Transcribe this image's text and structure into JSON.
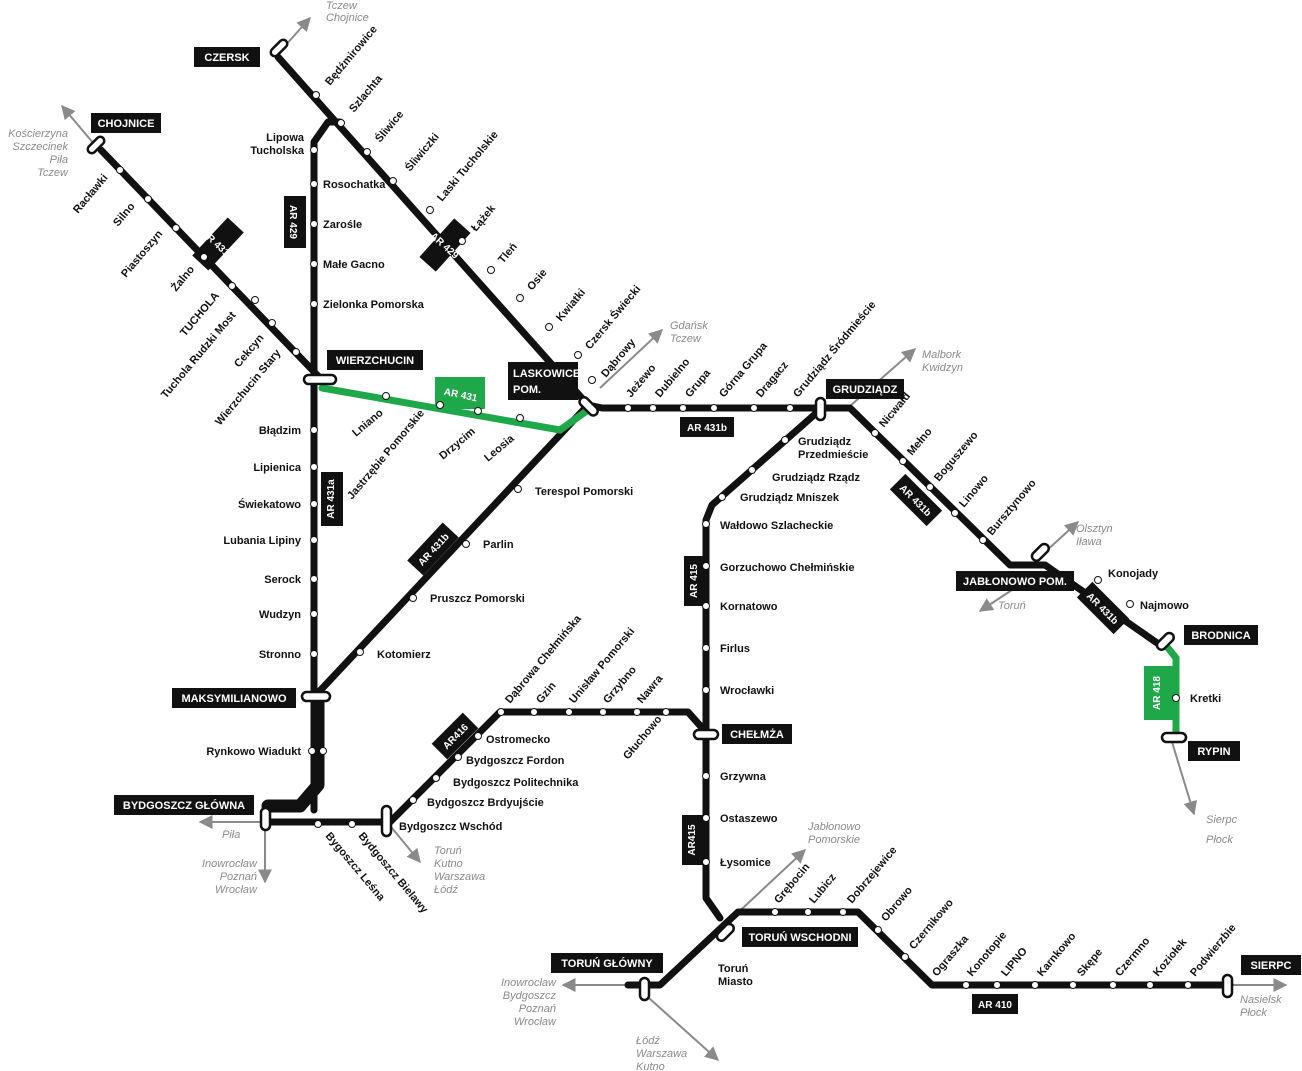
{
  "colors": {
    "line": "#111111",
    "green_line": "#1fa84a",
    "direction": "#8a8a8a",
    "hub_bg": "#111111",
    "hub_text": "#ffffff"
  },
  "hubs": {
    "czersk": "CZERSK",
    "chojnice": "CHOJNICE",
    "wierzchucin": "WIERZCHUCIN",
    "laskowice_1": "LASKOWICE",
    "laskowice_2": "POM.",
    "grudziadz": "GRUDZIĄDZ",
    "jablonowo": "JABŁONOWO POM.",
    "brodnica": "BRODNICA",
    "rypin": "RYPIN",
    "maksymilianowo": "MAKSYMILIANOWO",
    "bydgoszcz": "BYDGOSZCZ GŁÓWNA",
    "chelmza": "CHEŁMŻA",
    "torun_wsch": "TORUŃ WSCHODNI",
    "torun_gl": "TORUŃ GŁÓWNY",
    "sierpc": "SIERPC"
  },
  "line_codes": {
    "ar429_a": "AR 429",
    "ar429_b": "AR 429",
    "ar431a_a": "AR 431a",
    "ar431a_b": "AR 431a",
    "ar431": "AR 431",
    "ar431b_a": "AR 431b",
    "ar431b_b": "AR 431b",
    "ar431b_c": "AR 431b",
    "ar431b_d": "AR 431b",
    "ar415_a": "AR 415",
    "ar415_b": "AR415",
    "ar416": "AR416",
    "ar418": "AR 418",
    "ar410": "AR 410"
  },
  "stations": {
    "bedzmirowice": "Będźmirowice",
    "szlachta": "Szlachta",
    "sliwice": "Śliwice",
    "sliwiczki": "Śliwiczki",
    "laski": "Laski Tucholskie",
    "lazek": "Łążek",
    "tlen": "Tleń",
    "osie": "Osie",
    "kwiatki": "Kwiatki",
    "czersk_swiecki": "Czersk Świecki",
    "dabrowy": "Dąbrowy",
    "lipowa_1": "Lipowa",
    "lipowa_2": "Tucholska",
    "rosochatka": "Rosochatka",
    "zarosle": "Zarośle",
    "male_gacno": "Małe Gacno",
    "zielonka": "Zielonka Pomorska",
    "raclawki": "Racławki",
    "silno": "Silno",
    "piastoszyn": "Piastoszyn",
    "zalno": "Żalno",
    "tuchola": "TUCHOLA",
    "tuchola_rm": "Tuchola Rudzki Most",
    "cekcyn": "Cekcyn",
    "wierzchucin_stary": "Wierzchucin Stary",
    "lniano": "Lniano",
    "jastrzebie": "Jastrzębie Pomorskie",
    "drzycim": "Drzycim",
    "leosia": "Leosia",
    "bladzim": "Błądzim",
    "lipienica": "Lipienica",
    "swiekatowo": "Świekatowo",
    "lubania": "Lubania Lipiny",
    "serock": "Serock",
    "wudzyn": "Wudzyn",
    "stronno": "Stronno",
    "rynkowo": "Rynkowo Wiadukt",
    "terespol": "Terespol Pomorski",
    "parlin": "Parlin",
    "pruszcz": "Pruszcz Pomorski",
    "kotomierz": "Kotomierz",
    "jezewo": "Jeżewo",
    "dubielno": "Dubielno",
    "grupa": "Grupa",
    "gorna_grupa": "Górna Grupa",
    "dragacz": "Dragacz",
    "grudz_srodm": "Grudziądz Śródmieście",
    "grudz_przedm_1": "Grudziądz",
    "grudz_przedm_2": "Przedmieście",
    "grudz_rzadz": "Grudziądz Rządz",
    "grudz_mniszek": "Grudziądz Mniszek",
    "waldowo": "Wałdowo Szlacheckie",
    "gorzuchowo": "Gorzuchowo Chełmińskie",
    "kornatowo": "Kornatowo",
    "firlus": "Firlus",
    "wroclawki": "Wrocławki",
    "nicwald": "Nicwałd",
    "melno": "Mełno",
    "boguszewo": "Boguszewo",
    "linowo": "Linowo",
    "bursztynowo": "Bursztynowo",
    "konojady": "Konojady",
    "najmowo": "Najmowo",
    "kretki": "Kretki",
    "dabrowa_chelm": "Dąbrowa Chełmińska",
    "gzin": "Gzin",
    "unislaw": "Unisław Pomorski",
    "grzybno": "Grzybno",
    "nawra": "Nawra",
    "gluchowo": "Głuchowo",
    "ostromecko": "Ostromecko",
    "byd_fordon": "Bydgoszcz Fordon",
    "byd_polit": "Bydgoszcz Politechnika",
    "byd_brdy": "Bydgoszcz Brdyujście",
    "byd_wschod": "Bydgoszcz Wschód",
    "byd_bielawy": "Bydgoszcz Bielawy",
    "byd_lesna": "Bygoszcz Leśna",
    "grzywna": "Grzywna",
    "ostaszewo": "Ostaszewo",
    "lysomice": "Łysomice",
    "torun_miasto_1": "Toruń",
    "torun_miasto_2": "Miasto",
    "grebocin": "Grębocin",
    "lubicz": "Lubicz",
    "dobrzejewice": "Dobrzejewice",
    "obrowo": "Obrowo",
    "czernikowo": "Czernikowo",
    "ograszka": "Ograszka",
    "konotopie": "Konotopie",
    "lipno": "LIPNO",
    "karnkowo": "Karnkowo",
    "skepe": "Skępe",
    "czermno": "Czermno",
    "koziolek": "Koziołek",
    "podwierzbie": "Podwierzbie"
  },
  "directions": {
    "czersk_1": "Tczew",
    "czersk_2": "Chojnice",
    "chojnice_1": "Kościerzyna",
    "chojnice_2": "Szczecinek",
    "chojnice_3": "Piła",
    "chojnice_4": "Tczew",
    "laskowice_1": "Gdańsk",
    "laskowice_2": "Tczew",
    "grudziadz_1": "Malbork",
    "grudziadz_2": "Kwidzyn",
    "jablonowo_1": "Olsztyn",
    "jablonowo_2": "Iława",
    "jablonowo_3": "Toruń",
    "rypin_1": "Sierpc",
    "rypin_2": "Płock",
    "bydgoszcz_1": "Piła",
    "bydgoszcz_2": "Inowrocław",
    "bydgoszcz_3": "Poznań",
    "bydgoszcz_4": "Wrocław",
    "bydwsch_1": "Toruń",
    "bydwsch_2": "Kutno",
    "bydwsch_3": "Warszawa",
    "bydwsch_4": "Łódź",
    "torunw_1": "Jabłonowo",
    "torunw_2": "Pomorskie",
    "torung_1": "Inowrocław",
    "torung_2": "Bydgoszcz",
    "torung_3": "Poznań",
    "torung_4": "Wrocław",
    "torung_5": "Łódź",
    "torung_6": "Warszawa",
    "torung_7": "Kutno",
    "sierpc_1": "Nasielsk",
    "sierpc_2": "Płock"
  }
}
